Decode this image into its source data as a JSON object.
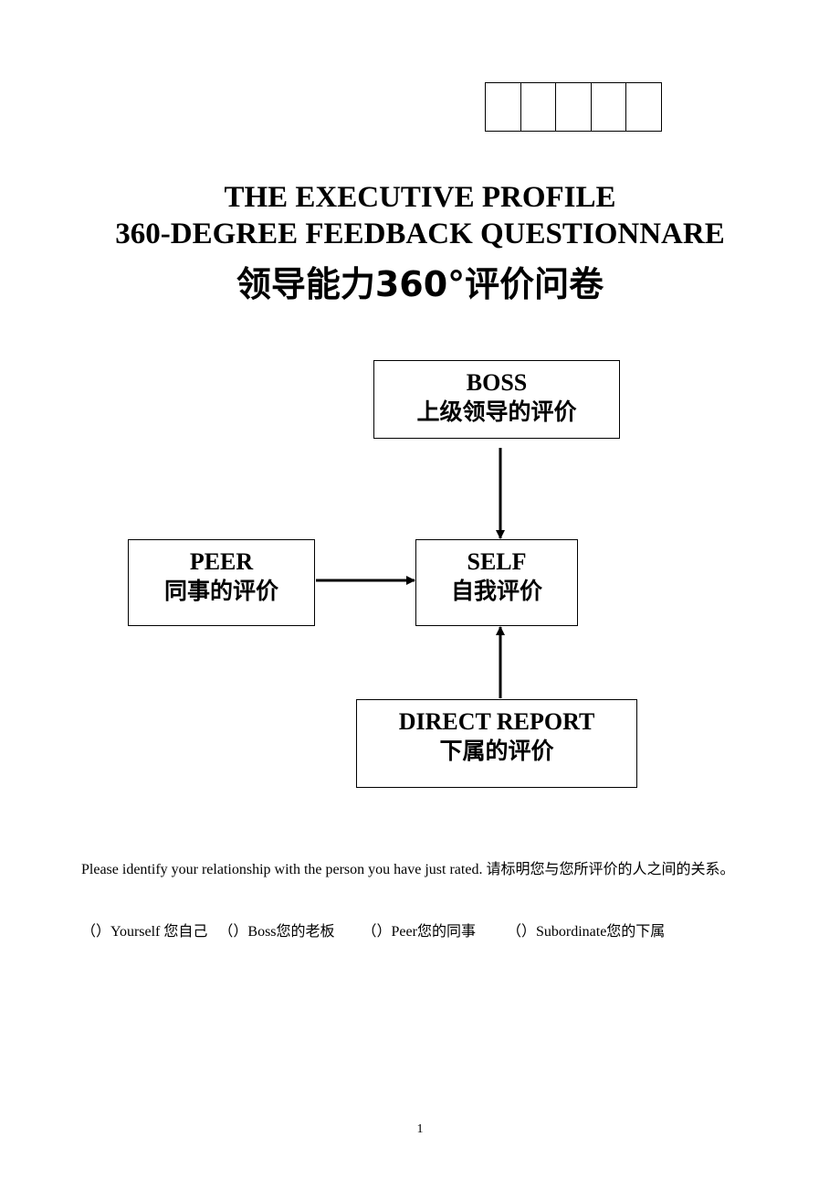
{
  "header": {
    "code_boxes": [
      "",
      "",
      "",
      "",
      ""
    ]
  },
  "title": {
    "line1": "THE EXECUTIVE PROFILE",
    "line2": "360-DEGREE FEEDBACK QUESTIONNARE",
    "line3": "领导能力360°评价问卷"
  },
  "diagram": {
    "boss": {
      "en": "BOSS",
      "cn": "上级领导的评价"
    },
    "peer": {
      "en": "PEER",
      "cn": "同事的评价"
    },
    "self": {
      "en": "SELF",
      "cn": "自我评价"
    },
    "direct": {
      "en": "DIRECT REPORT",
      "cn": "下属的评价"
    }
  },
  "instruction": "Please identify your relationship with the person you have just rated. 请标明您与您所评价的人之间的关系。",
  "options": [
    "（）Yourself 您自己",
    "（）Boss您的老板",
    "（）Peer您的同事",
    "（）Subordinate您的下属"
  ],
  "page_number": "1"
}
